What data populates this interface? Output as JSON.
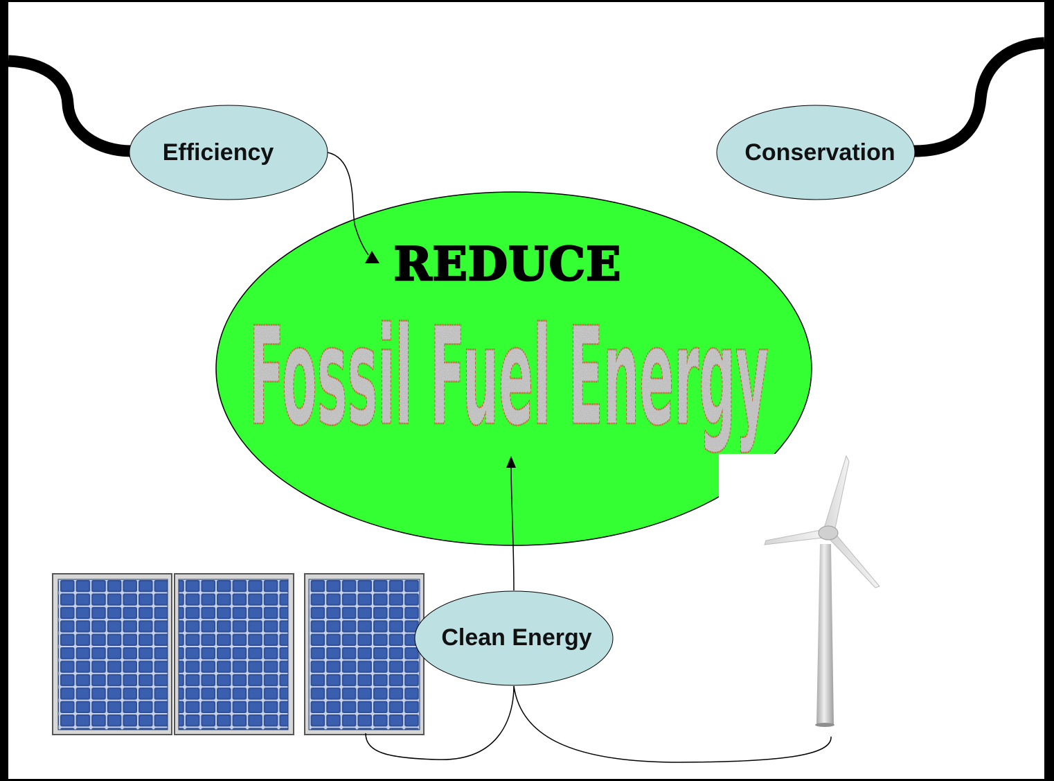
{
  "diagram": {
    "center": {
      "top_text": "REDUCE",
      "main_text": "Fossil Fuel Energy"
    },
    "nodes": {
      "efficiency": "Efficiency",
      "conservation": "Conservation",
      "clean_energy": "Clean Energy"
    },
    "colors": {
      "frame": "#000000",
      "background": "#ffffff",
      "center_fill": "#33ff33",
      "node_fill": "#bde0e3",
      "connector": "#000000"
    },
    "icons": [
      "solar-panel-icon",
      "wind-turbine-icon"
    ]
  }
}
